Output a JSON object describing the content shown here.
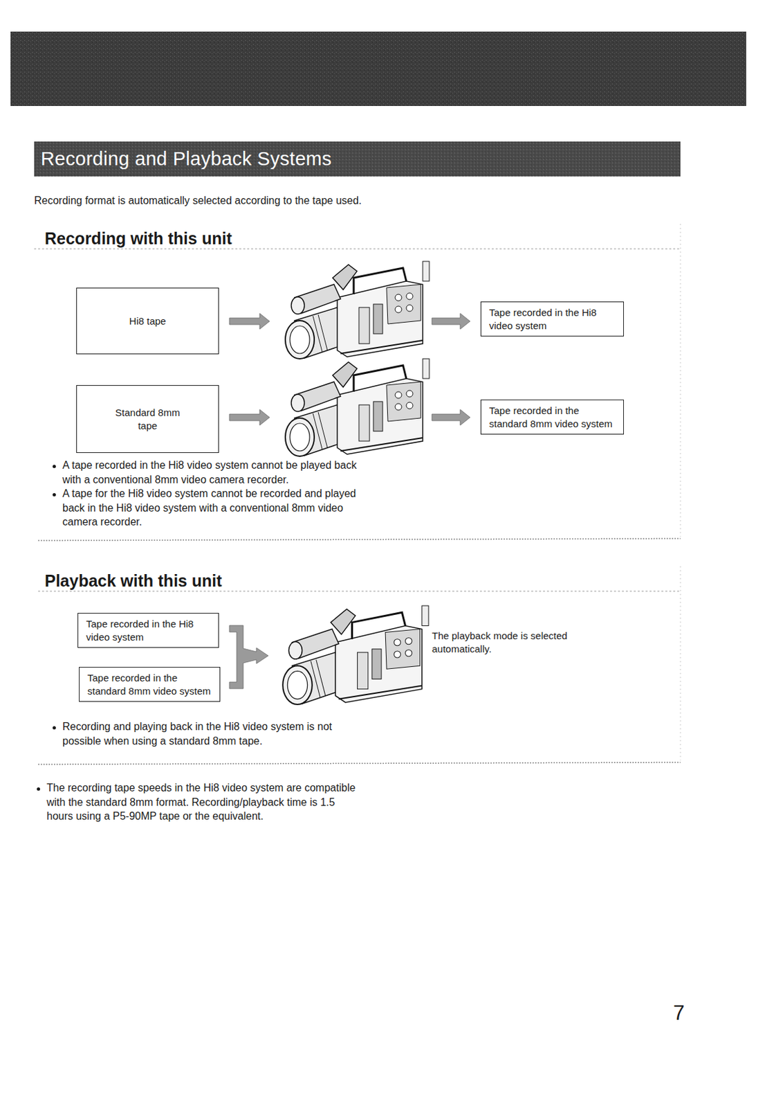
{
  "diagram": {
    "title": "Recording and Playback Systems",
    "nodes": [
      {
        "text": [
          "Hi8 tape"
        ]
      },
      {
        "text": [
          "Tape recorded in the Hi8 video system"
        ]
      },
      {
        "text": [
          "Standard 8mm tape"
        ]
      },
      {
        "text": [
          "Tape recorded in the standard 8mm video system"
        ]
      },
      {
        "text": [
          "Tape recorded in the Hi8 video system"
        ]
      },
      {
        "text": [
          "Tape recorded in the standard 8mm video system"
        ]
      }
    ],
    "labels": [
      "Recording format is automatically selected according to the tape used.",
      "Recording with this unit",
      "A tape recorded in the Hi8 video system cannot be played back with a conventional 8mm video camera recorder.",
      "A tape for the Hi8 video system cannot be recorded and played back in the Hi8 video system with a conventional 8mm video camera recorder.",
      "Playback with this unit",
      "The playback mode is selected automatically.",
      "Recording and playing back in the Hi8 video system is not possible when using a standard 8mm tape.",
      "The recording tape speeds in the Hi8 video system are compatible with the standard 8mm format. Recording/playback time is 1.5 hours using a P5-90MP tape or the equivalent.",
      "7"
    ]
  }
}
